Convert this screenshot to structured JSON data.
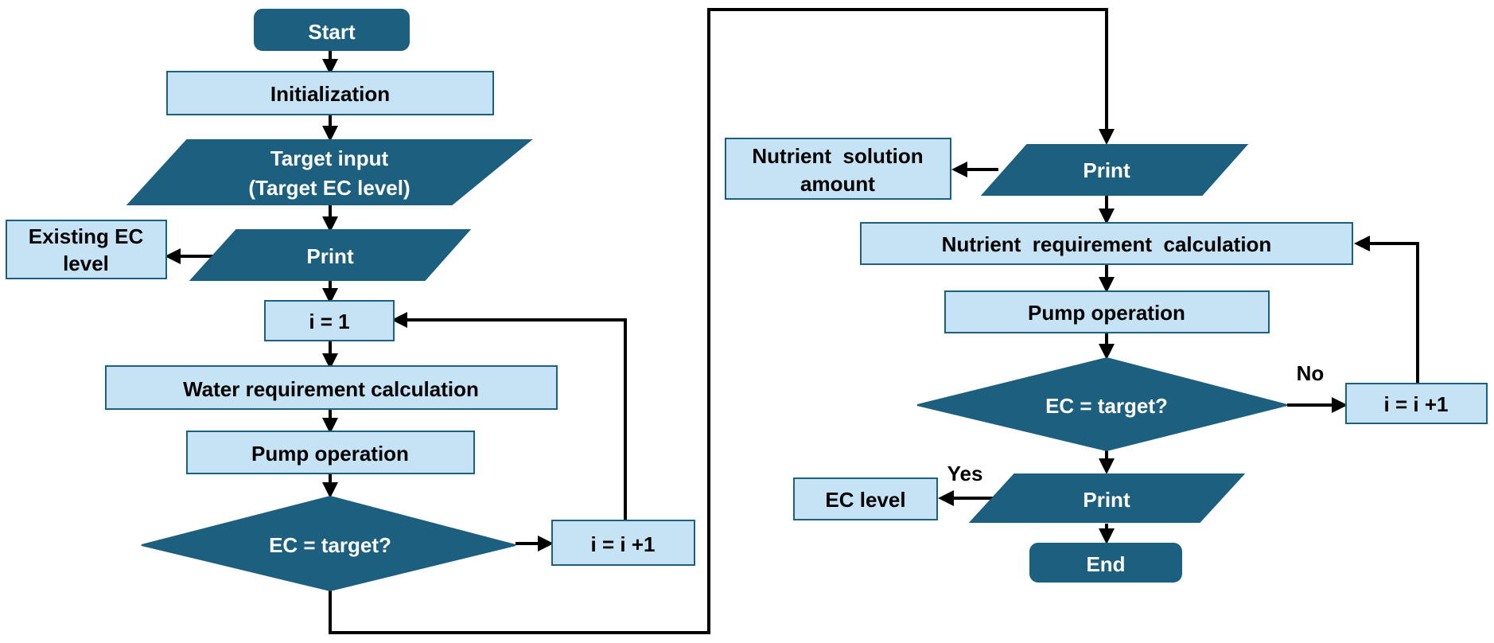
{
  "nodes": {
    "start": "Start",
    "init": "Initialization",
    "target_line1": "Target input",
    "target_line2": "(Target EC level)",
    "print1": "Print",
    "existing_line1": "Existing EC",
    "existing_line2": "level",
    "i_init": "i = 1",
    "water": "Water requirement calculation",
    "pump1": "Pump operation",
    "decision1": "EC = target?",
    "incr1": "i = i +1",
    "print2": "Print",
    "nutrient_amount_line1": "Nutrient  solution",
    "nutrient_amount_line2": "amount",
    "nutrient_calc": "Nutrient  requirement  calculation",
    "pump2": "Pump operation",
    "decision2": "EC = target?",
    "incr2": "i = i +1",
    "print3": "Print",
    "ec_level": "EC level",
    "end": "End"
  },
  "labels": {
    "no": "No",
    "yes": "Yes"
  },
  "colors": {
    "dark_fill": "#1c5f7f",
    "light_fill": "#c5e3f5",
    "arrow": "#000000"
  }
}
